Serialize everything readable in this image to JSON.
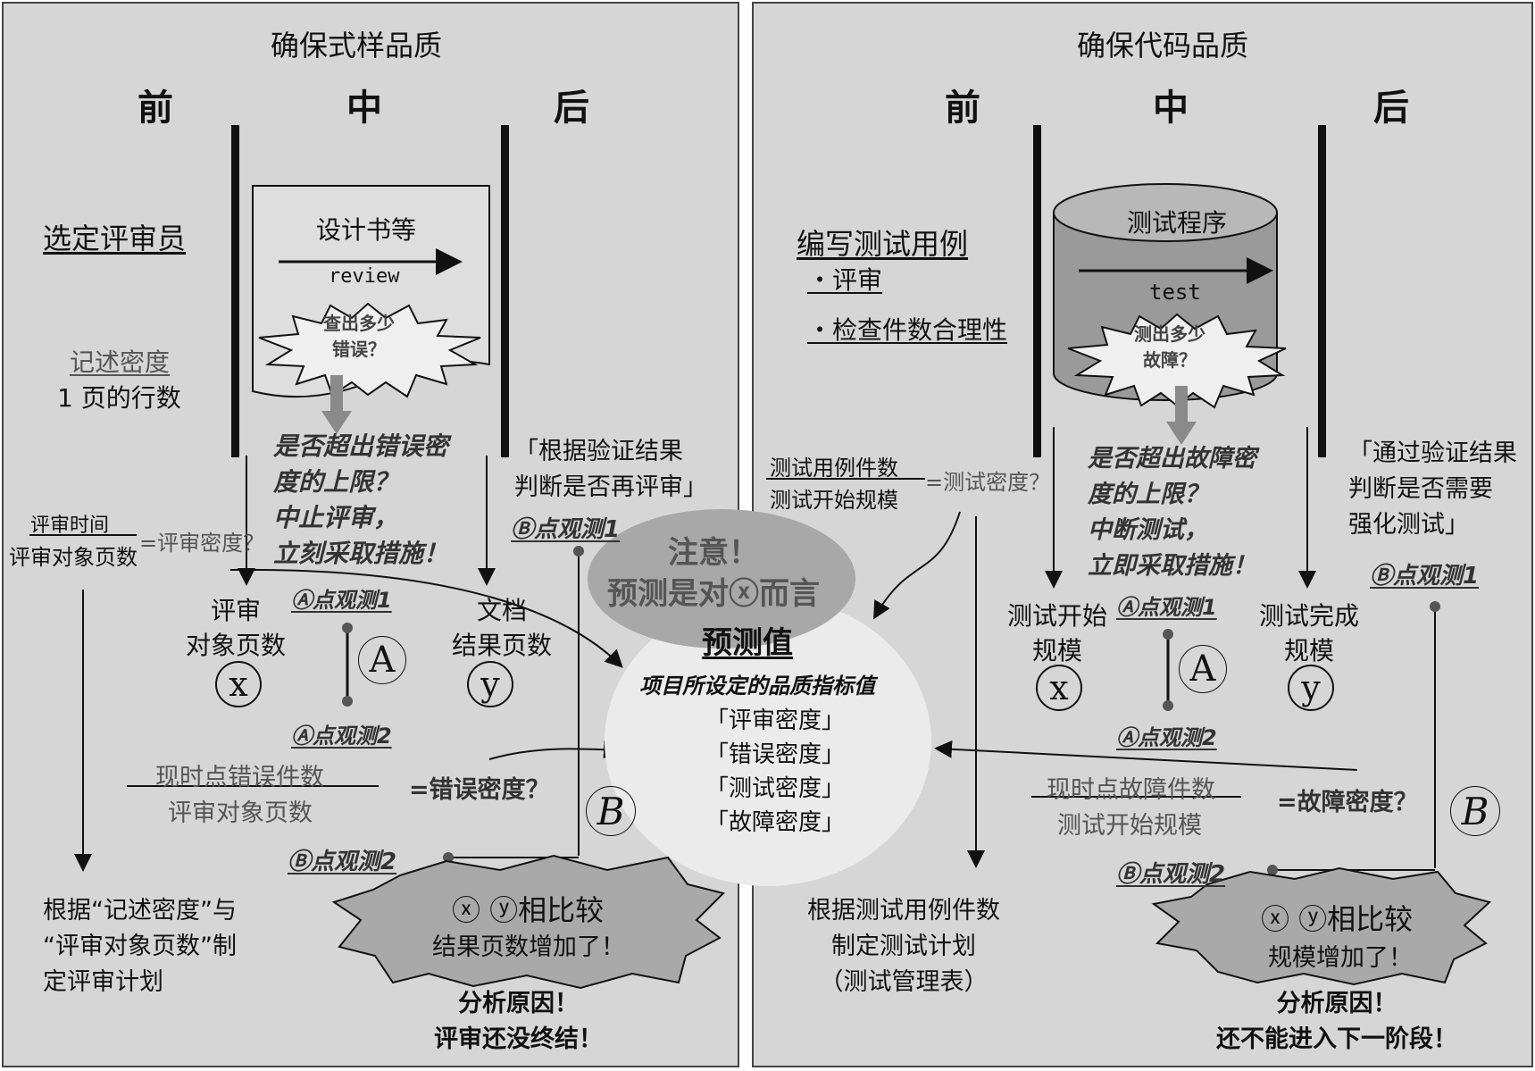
{
  "left": {
    "title": "确保式样品质",
    "phase_before": "前",
    "phase_during": "中",
    "phase_after": "后",
    "select_reviewer": "选定评审员",
    "desc_density": "记述密度",
    "lines_per_page": "1 页的行数",
    "doc_label": "设计书等",
    "review_label": "review",
    "burst_q": "查出多少\n错误？",
    "exceed_q": "是否超出错误密\n度的上限？\n中止评审，\n立刻采取措施！",
    "verify_note": "「根据验证结果\n判断是否再评审」",
    "obs_b1": "Ⓑ点观测1",
    "review_time": "评审时间",
    "review_pages_den": "评审对象页数",
    "review_density_q": "=评审密度？",
    "obs_a1": "Ⓐ点观测1",
    "obs_a2": "Ⓐ点观测2",
    "x_label": "评审\n对象页数",
    "y_label": "文档\n结果页数",
    "x_sym": "x",
    "y_sym": "y",
    "a_sym": "A",
    "b_sym": "B",
    "err_count": "现时点错误件数",
    "err_den": "评审对象页数",
    "err_density_q": "=错误密度？",
    "obs_b2": "Ⓑ点观测2",
    "compare_title": "ⓧ ⓨ相比较",
    "compare_note": "结果页数增加了！",
    "plan_note": "根据“记述密度”与\n“评审对象页数”制\n定评审计划",
    "analyze": "分析原因！\n评审还没终结！"
  },
  "center": {
    "attention": "注意！\n预测是对ⓧ而言",
    "pred_title": "预测值",
    "pred_sub": "项目所设定的品质指标值",
    "items": [
      "「评审密度」",
      "「错误密度」",
      "「测试密度」",
      "「故障密度」"
    ]
  },
  "right": {
    "title": "确保代码品质",
    "phase_before": "前",
    "phase_during": "中",
    "phase_after": "后",
    "write_cases": "编写测试用例",
    "bullet_review": "・评审",
    "bullet_check": "・检查件数合理性",
    "cyl_label": "测试程序",
    "test_label": "test",
    "burst_q": "测出多少\n故障？",
    "exceed_q": "是否超出故障密\n度的上限？\n中断测试，\n立即采取措施！",
    "verify_note": "「通过验证结果\n判断是否需要\n强化测试」",
    "obs_b1": "Ⓑ点观测1",
    "case_count": "测试用例件数",
    "scale_den": "测试开始规模",
    "test_density_q": "=测试密度？",
    "obs_a1": "Ⓐ点观测1",
    "obs_a2": "Ⓐ点观测2",
    "x_label": "测试开始\n规模",
    "y_label": "测试完成\n规模",
    "x_sym": "x",
    "y_sym": "y",
    "a_sym": "A",
    "b_sym": "B",
    "fault_count": "现时点故障件数",
    "fault_den": "测试开始规模",
    "fault_density_q": "=故障密度？",
    "obs_b2": "Ⓑ点观测2",
    "compare_title": "ⓧ ⓨ相比较",
    "compare_note": "规模增加了！",
    "plan_note": "根据测试用例件数\n制定测试计划\n（测试管理表）",
    "analyze": "分析原因！\n还不能进入下一阶段！"
  },
  "colors": {
    "panel": "#d6d6d6",
    "bubble": "#a8a8a8",
    "ellipse": "#ebebeb",
    "burst_light": "#efefef",
    "burst_dark": "#a9a9a9",
    "cylinder": "#9a9a9a"
  }
}
